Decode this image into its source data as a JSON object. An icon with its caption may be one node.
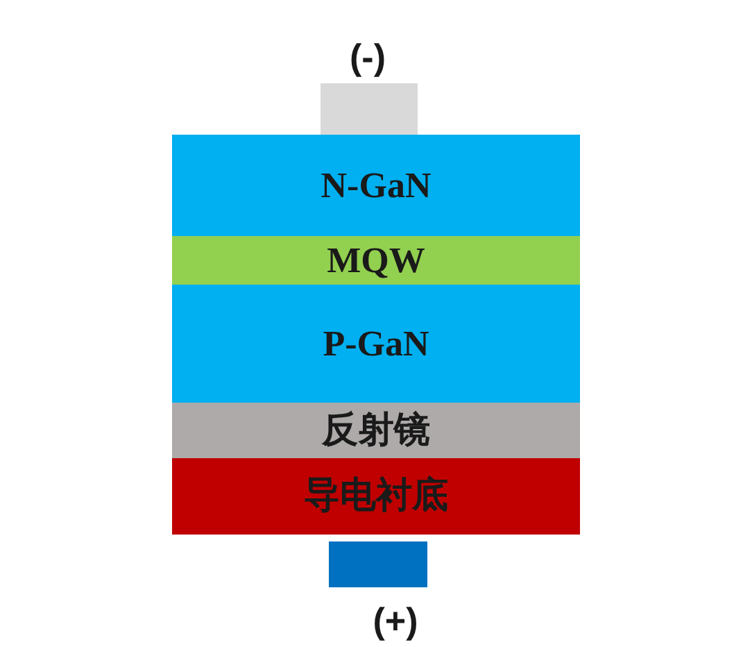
{
  "diagram": {
    "nodes": [
      {
        "text": [],
        "shape": "box"
      },
      {
        "text": [
          "N-GaN"
        ]
      },
      {
        "text": [
          "MQW"
        ]
      },
      {
        "text": [
          "P-GaN"
        ]
      },
      {
        "text": [
          "反射镜"
        ]
      },
      {
        "text": [
          "导电衬底"
        ]
      },
      {
        "text": [],
        "shape": "box"
      }
    ],
    "labels": [
      "(-)",
      "(+)"
    ]
  }
}
